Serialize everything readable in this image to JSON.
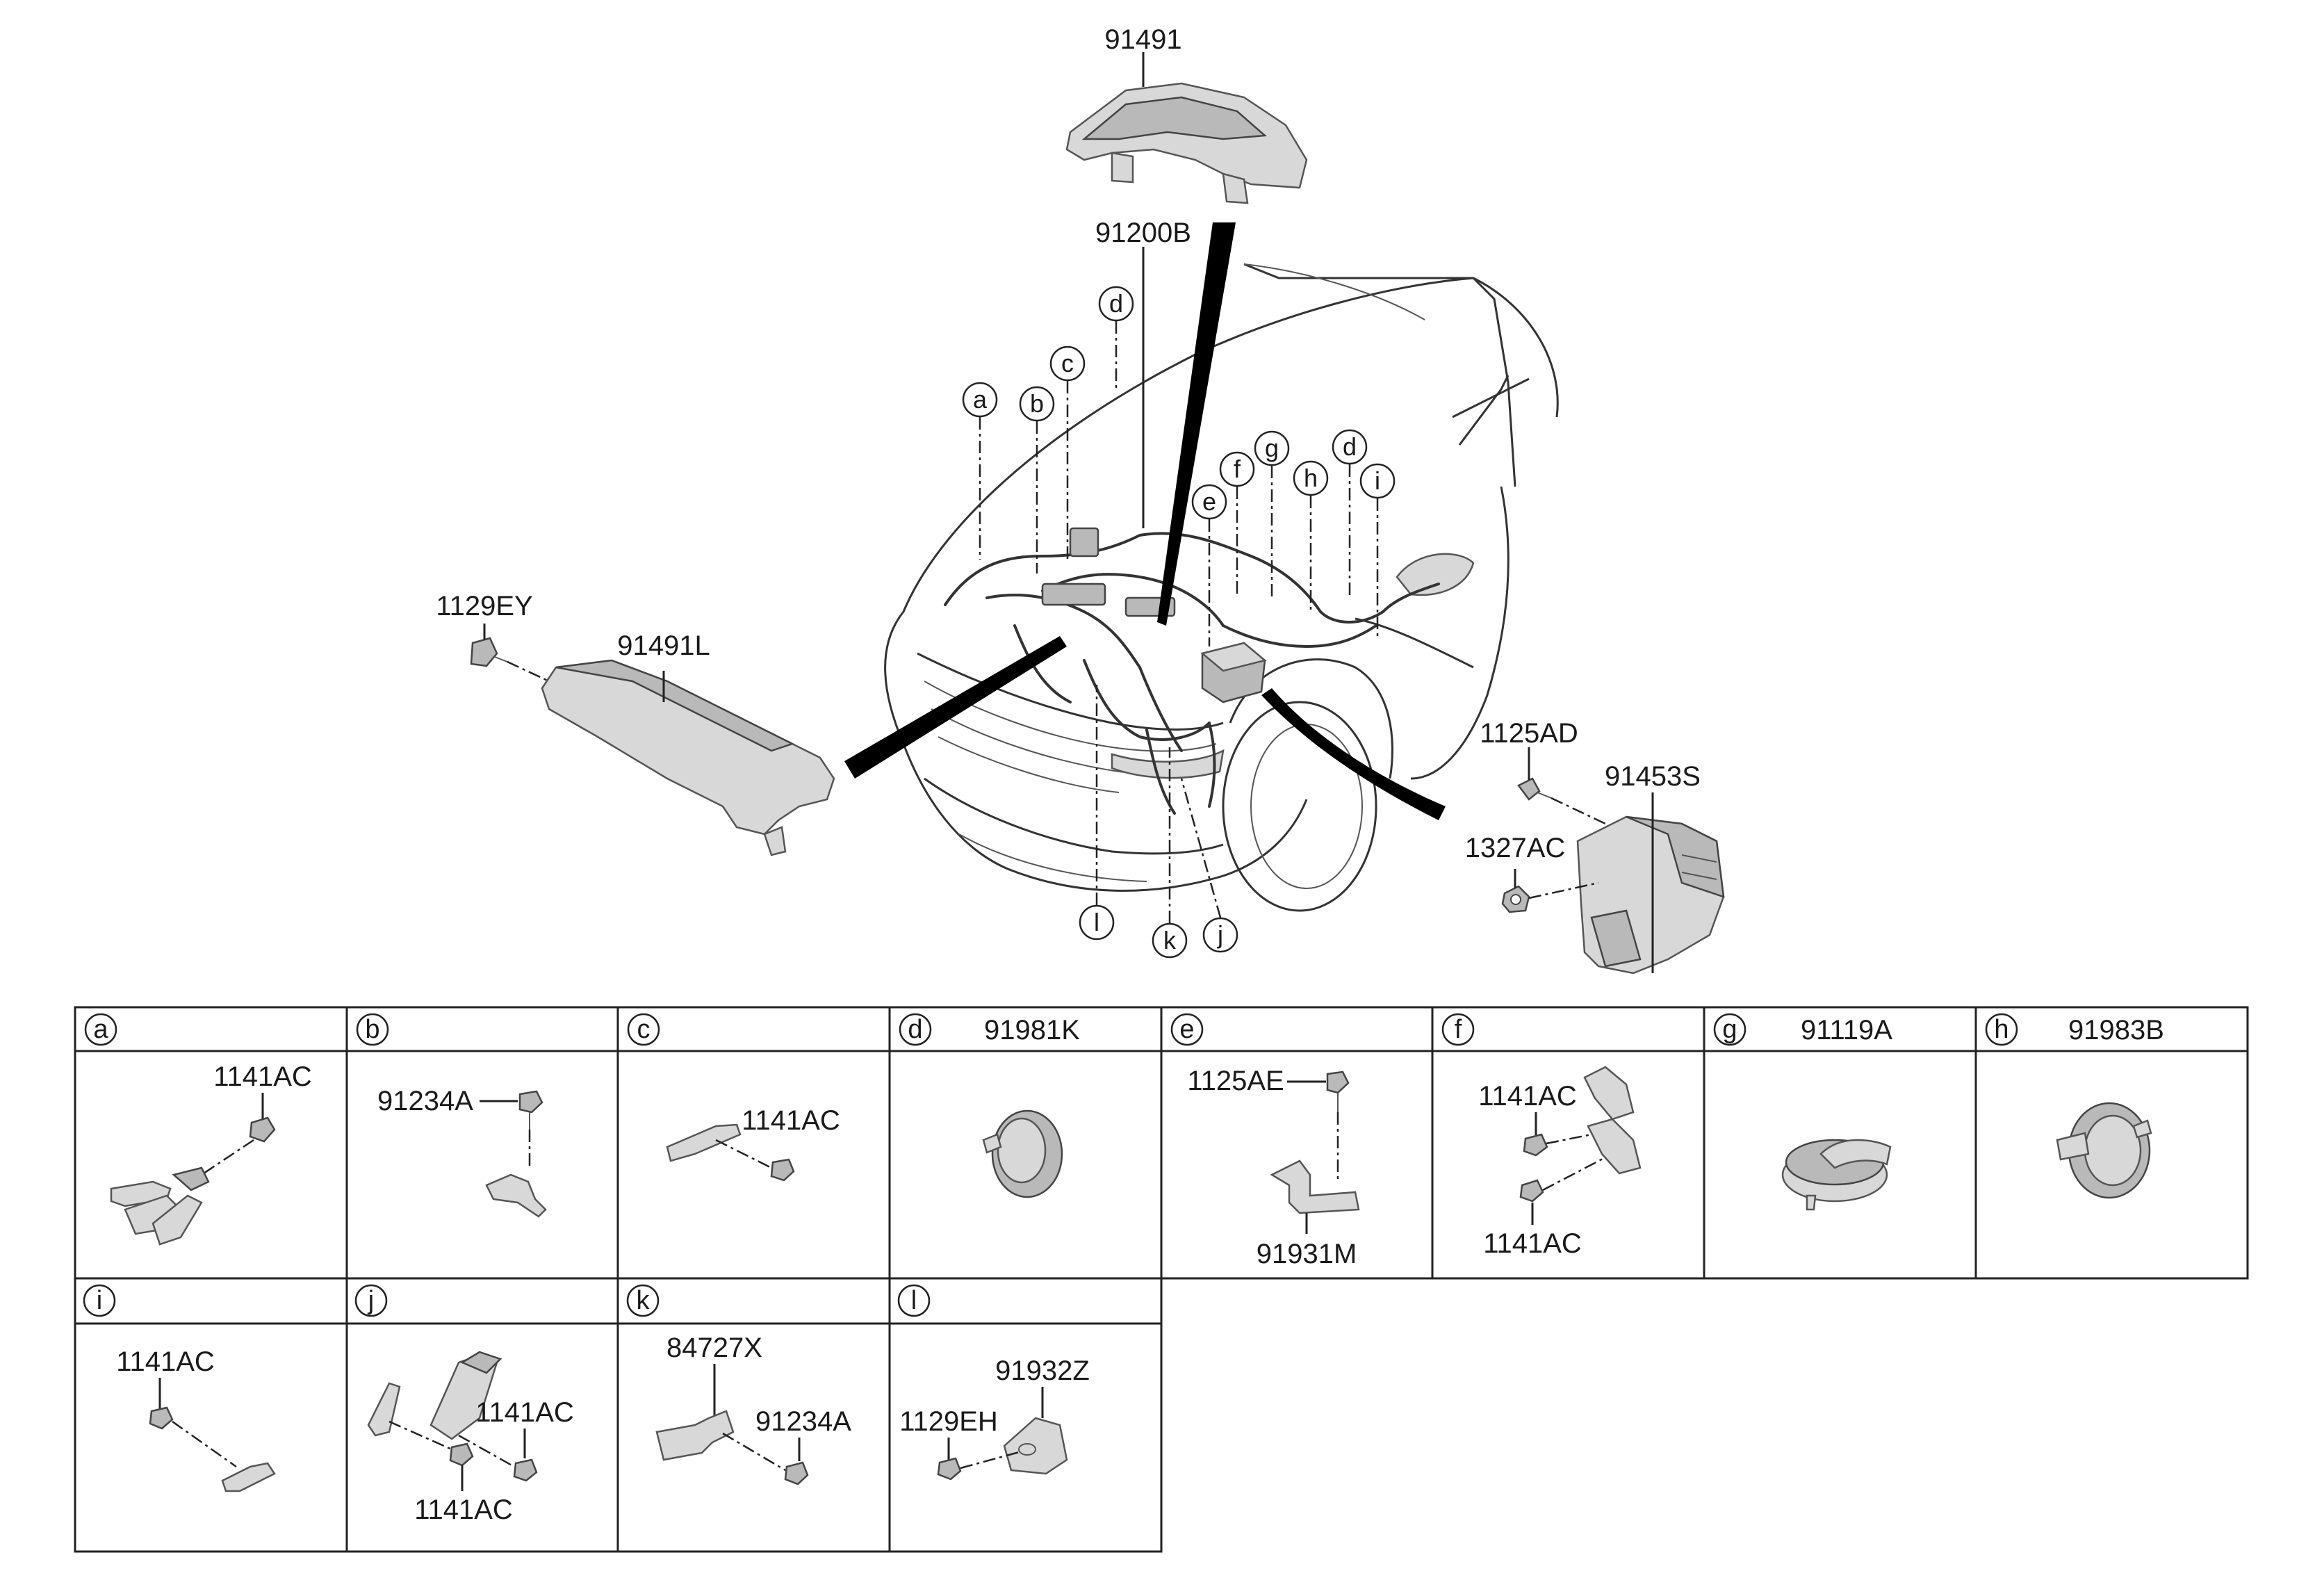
{
  "main": {
    "part_labels": {
      "top_cover": "91491",
      "harness": "91200B",
      "left_screw": "1129EY",
      "left_cover": "91491L",
      "right_bolt": "1125AD",
      "junction_box": "91453S",
      "right_nut": "1327AC"
    },
    "callouts": [
      "a",
      "b",
      "c",
      "d",
      "d",
      "e",
      "f",
      "g",
      "h",
      "i",
      "j",
      "k",
      "l"
    ]
  },
  "detail_table": {
    "cells": [
      {
        "letter": "a",
        "title": "",
        "parts": [
          "1141AC"
        ]
      },
      {
        "letter": "b",
        "title": "",
        "parts": [
          "91234A"
        ]
      },
      {
        "letter": "c",
        "title": "",
        "parts": [
          "1141AC"
        ]
      },
      {
        "letter": "d",
        "title": "91981K",
        "parts": []
      },
      {
        "letter": "e",
        "title": "",
        "parts": [
          "1125AE",
          "91931M"
        ]
      },
      {
        "letter": "f",
        "title": "",
        "parts": [
          "1141AC",
          "1141AC"
        ]
      },
      {
        "letter": "g",
        "title": "91119A",
        "parts": []
      },
      {
        "letter": "h",
        "title": "91983B",
        "parts": []
      },
      {
        "letter": "i",
        "title": "",
        "parts": [
          "1141AC"
        ]
      },
      {
        "letter": "j",
        "title": "",
        "parts": [
          "1141AC",
          "1141AC"
        ]
      },
      {
        "letter": "k",
        "title": "",
        "parts": [
          "84727X",
          "91234A"
        ]
      },
      {
        "letter": "l",
        "title": "",
        "parts": [
          "91932Z",
          "1129EH"
        ]
      }
    ]
  }
}
